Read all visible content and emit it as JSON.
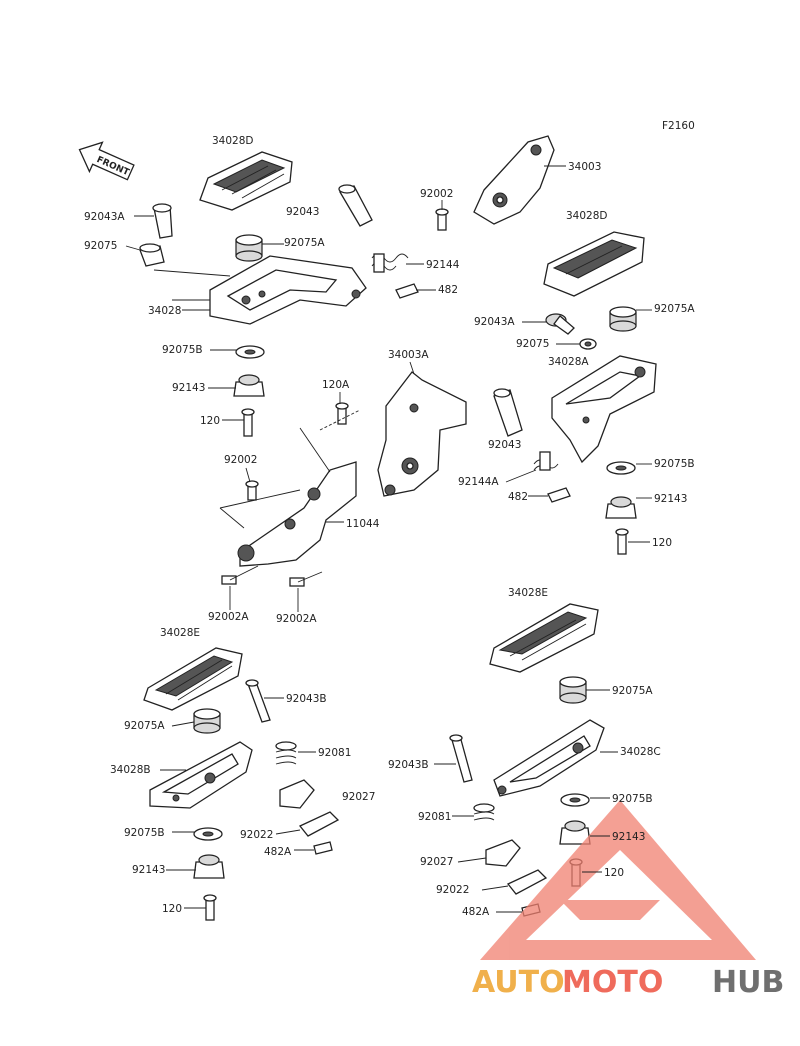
{
  "figure_code": "F2160",
  "front_arrow": "FRONT",
  "watermark": {
    "auto": "AUTO",
    "moto": "MOTO",
    "hub": "HUB",
    "colors": {
      "auto": "#f0b04b",
      "moto": "#ef6b5c",
      "hub": "#6f6f6f",
      "triangle": "#f08070"
    }
  },
  "callouts": [
    {
      "id": "c1",
      "text": "34028D"
    },
    {
      "id": "c2",
      "text": "92043A"
    },
    {
      "id": "c3",
      "text": "92043"
    },
    {
      "id": "c4",
      "text": "92075"
    },
    {
      "id": "c5",
      "text": "92075A"
    },
    {
      "id": "c6",
      "text": "34028"
    },
    {
      "id": "c7",
      "text": "92075B"
    },
    {
      "id": "c8",
      "text": "92143"
    },
    {
      "id": "c9",
      "text": "120"
    },
    {
      "id": "c10",
      "text": "120A"
    },
    {
      "id": "c11",
      "text": "92002"
    },
    {
      "id": "c12",
      "text": "11044"
    },
    {
      "id": "c13",
      "text": "92002A"
    },
    {
      "id": "c14",
      "text": "92002A"
    },
    {
      "id": "c15",
      "text": "92002"
    },
    {
      "id": "c16",
      "text": "34003"
    },
    {
      "id": "c17",
      "text": "34028D"
    },
    {
      "id": "c18",
      "text": "92144"
    },
    {
      "id": "c19",
      "text": "482"
    },
    {
      "id": "c20",
      "text": "92043A"
    },
    {
      "id": "c21",
      "text": "92075A"
    },
    {
      "id": "c22",
      "text": "92075"
    },
    {
      "id": "c23",
      "text": "34028A"
    },
    {
      "id": "c24",
      "text": "34003A"
    },
    {
      "id": "c25",
      "text": "92043"
    },
    {
      "id": "c26",
      "text": "92144A"
    },
    {
      "id": "c27",
      "text": "482"
    },
    {
      "id": "c28",
      "text": "92075B"
    },
    {
      "id": "c29",
      "text": "92143"
    },
    {
      "id": "c30",
      "text": "120"
    },
    {
      "id": "c31",
      "text": "34028E"
    },
    {
      "id": "c32",
      "text": "92043B"
    },
    {
      "id": "c33",
      "text": "92075A"
    },
    {
      "id": "c34",
      "text": "92081"
    },
    {
      "id": "c35",
      "text": "34028B"
    },
    {
      "id": "c36",
      "text": "92027"
    },
    {
      "id": "c37",
      "text": "92075B"
    },
    {
      "id": "c38",
      "text": "92022"
    },
    {
      "id": "c39",
      "text": "482A"
    },
    {
      "id": "c40",
      "text": "92143"
    },
    {
      "id": "c41",
      "text": "120"
    },
    {
      "id": "c42",
      "text": "34028E"
    },
    {
      "id": "c43",
      "text": "92075A"
    },
    {
      "id": "c44",
      "text": "92043B"
    },
    {
      "id": "c45",
      "text": "34028C"
    },
    {
      "id": "c46",
      "text": "92075B"
    },
    {
      "id": "c47",
      "text": "92081"
    },
    {
      "id": "c48",
      "text": "92143"
    },
    {
      "id": "c49",
      "text": "92027"
    },
    {
      "id": "c50",
      "text": "120"
    },
    {
      "id": "c51",
      "text": "92022"
    },
    {
      "id": "c52",
      "text": "482A"
    }
  ]
}
